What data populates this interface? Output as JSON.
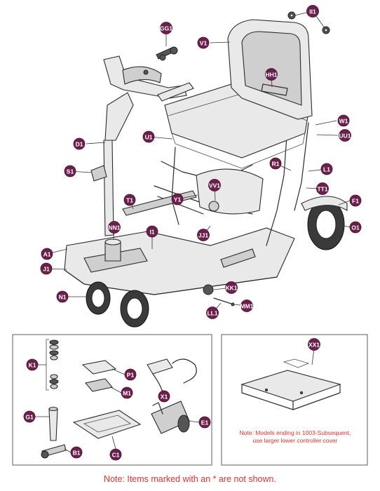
{
  "callouts": [
    {
      "id": "II1",
      "label": "II1"
    },
    {
      "id": "GG1",
      "label": "GG1"
    },
    {
      "id": "V1",
      "label": "V1"
    },
    {
      "id": "HH1",
      "label": "HH1"
    },
    {
      "id": "W1",
      "label": "W1"
    },
    {
      "id": "UU1",
      "label": "UU1"
    },
    {
      "id": "D1",
      "label": "D1"
    },
    {
      "id": "U1",
      "label": "U1"
    },
    {
      "id": "R1",
      "label": "R1"
    },
    {
      "id": "L1",
      "label": "L1"
    },
    {
      "id": "S1",
      "label": "S1"
    },
    {
      "id": "VV1",
      "label": "VV1"
    },
    {
      "id": "TT1",
      "label": "TT1"
    },
    {
      "id": "Y1",
      "label": "Y1"
    },
    {
      "id": "F1",
      "label": "F1"
    },
    {
      "id": "T1",
      "label": "T1"
    },
    {
      "id": "NN1",
      "label": "NN1"
    },
    {
      "id": "I1",
      "label": "I1"
    },
    {
      "id": "JJ1",
      "label": "JJ1"
    },
    {
      "id": "O1",
      "label": "O1"
    },
    {
      "id": "A1",
      "label": "A1"
    },
    {
      "id": "J1",
      "label": "J1"
    },
    {
      "id": "KK1",
      "label": "KK1"
    },
    {
      "id": "N1",
      "label": "N1"
    },
    {
      "id": "MM1",
      "label": "MM1"
    },
    {
      "id": "LL1",
      "label": "LL1"
    },
    {
      "id": "K1",
      "label": "K1"
    },
    {
      "id": "P1",
      "label": "P1"
    },
    {
      "id": "X1",
      "label": "X1"
    },
    {
      "id": "M1",
      "label": "M1"
    },
    {
      "id": "G1",
      "label": "G1"
    },
    {
      "id": "E1",
      "label": "E1"
    },
    {
      "id": "B1",
      "label": "B1"
    },
    {
      "id": "C1",
      "label": "C1"
    },
    {
      "id": "XX1",
      "label": "XX1"
    }
  ],
  "notes": {
    "controller_cover_line1": "Note: Models ending in 1003-Subsequent,",
    "controller_cover_line2": "use larger lower controller cover",
    "footer": "Note: Items marked with an * are not shown."
  },
  "colors": {
    "callout_fill": "#6b1f4a",
    "note_text": "#e0322b"
  }
}
